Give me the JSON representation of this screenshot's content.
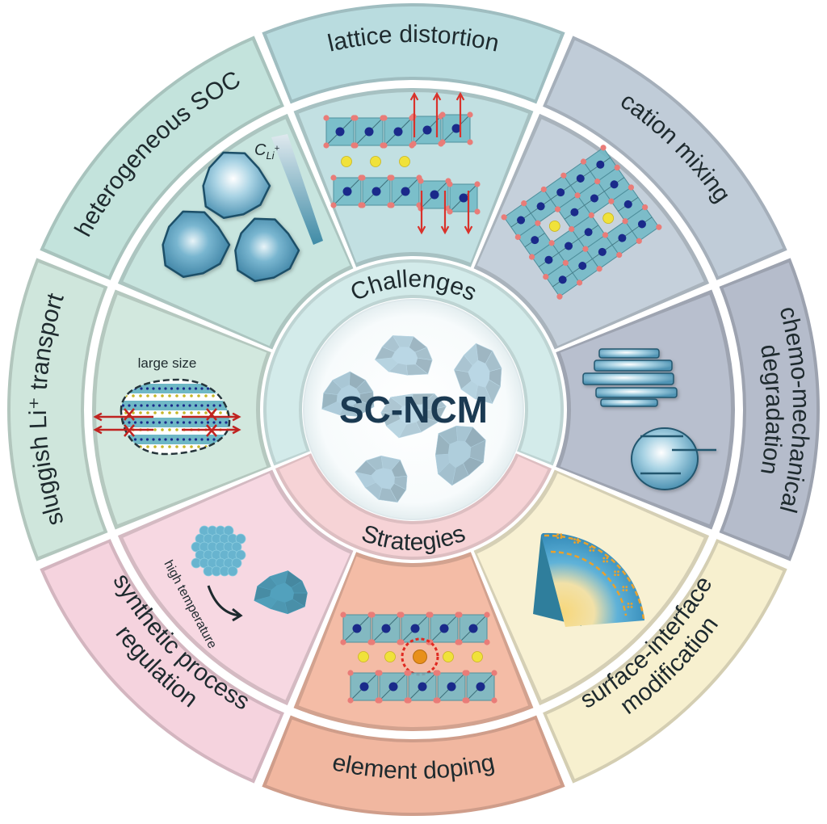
{
  "center": {
    "title": "SC-NCM",
    "inner_ring": [
      {
        "label": "Challenges",
        "color": "#d3ebea"
      },
      {
        "label": "Strategies",
        "color": "#f6d3d6"
      }
    ]
  },
  "segments": [
    {
      "id": "lattice-distortion",
      "group": "Challenges",
      "label_lines": [
        "lattice distortion"
      ],
      "outer_color": "#b9dcdf",
      "inner_color": "#c2e0e2",
      "illustration": "layered-lattice-with-distortion-arrows"
    },
    {
      "id": "cation-mixing",
      "group": "Challenges",
      "label_lines": [
        "cation mixing"
      ],
      "outer_color": "#c0ccd8",
      "inner_color": "#c5d0db",
      "illustration": "octahedral-lattice-with-mixed-cations"
    },
    {
      "id": "chemo-mechanical-degradation",
      "group": "Challenges",
      "label_lines": [
        "chemo-mechanical",
        "degradation"
      ],
      "outer_color": "#b5bccb",
      "inner_color": "#b8bfce",
      "illustration": "cracked-particles"
    },
    {
      "id": "surface-interface-modification",
      "group": "Strategies",
      "label_lines": [
        "surface-interface",
        "modification"
      ],
      "outer_color": "#f7f0cf",
      "inner_color": "#f8f1d3",
      "illustration": "coated-particle-cross-section"
    },
    {
      "id": "element-doping",
      "group": "Strategies",
      "label_lines": [
        "element doping"
      ],
      "outer_color": "#f1b7a0",
      "inner_color": "#f4bca6",
      "illustration": "lattice-with-dopant-atom"
    },
    {
      "id": "synthetic-process-regulation",
      "group": "Strategies",
      "label_lines": [
        "synthetic process",
        "regulation"
      ],
      "outer_color": "#f5d3de",
      "inner_color": "#f7d8e2",
      "illustration": "agglomerate-to-single-crystal",
      "caption": "high temperature"
    },
    {
      "id": "sluggish-li-transport",
      "group": "Challenges",
      "label_lines": [
        "sluggish Li⁺ transport"
      ],
      "outer_color": "#cfe6dc",
      "inner_color": "#d2e8de",
      "illustration": "large-particle-blocked-diffusion",
      "caption": "large size"
    },
    {
      "id": "heterogeneous-soc",
      "group": "Challenges",
      "label_lines": [
        "heterogeneous SOC"
      ],
      "outer_color": "#c3e3dc",
      "inner_color": "#c8e5df",
      "illustration": "particles-with-concentration-gradient",
      "caption": "C",
      "caption_sub": "Li+"
    }
  ],
  "colors": {
    "text": "#1e2a2e",
    "title": "#1b3a52",
    "metal_atom": "#1a2a8a",
    "lithium_atom": "#f0e23a",
    "oxygen_atom": "#e97c78",
    "octahedron": "#6fb8c6",
    "arrow_red": "#d9322b",
    "dopant": "#e8901a"
  }
}
